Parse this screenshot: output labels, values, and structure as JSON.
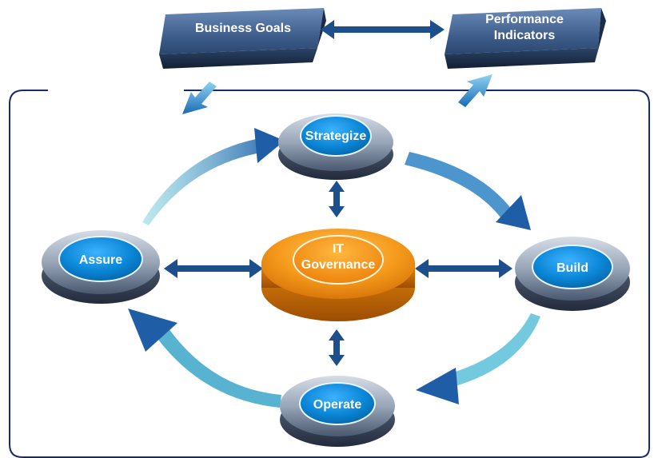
{
  "goals_box": {
    "label": "Business Goals"
  },
  "indicators_box": {
    "line1": "Performance",
    "line2": "Indicators"
  },
  "nodes": {
    "strategize": "Strategize",
    "build": "Build",
    "operate": "Operate",
    "assure": "Assure"
  },
  "center": {
    "line1": "IT",
    "line2": "Governance"
  },
  "colors": {
    "box_top": "#4f6f9c",
    "box_side": "#1e3350",
    "node_fill": "#0a87d8",
    "node_ring": "#9aa9ba",
    "center_fill": "#f08c12",
    "flow_arrow": "#1f70b8",
    "double_arrow": "#1d4f8c",
    "frame": "#1a2a6e"
  }
}
